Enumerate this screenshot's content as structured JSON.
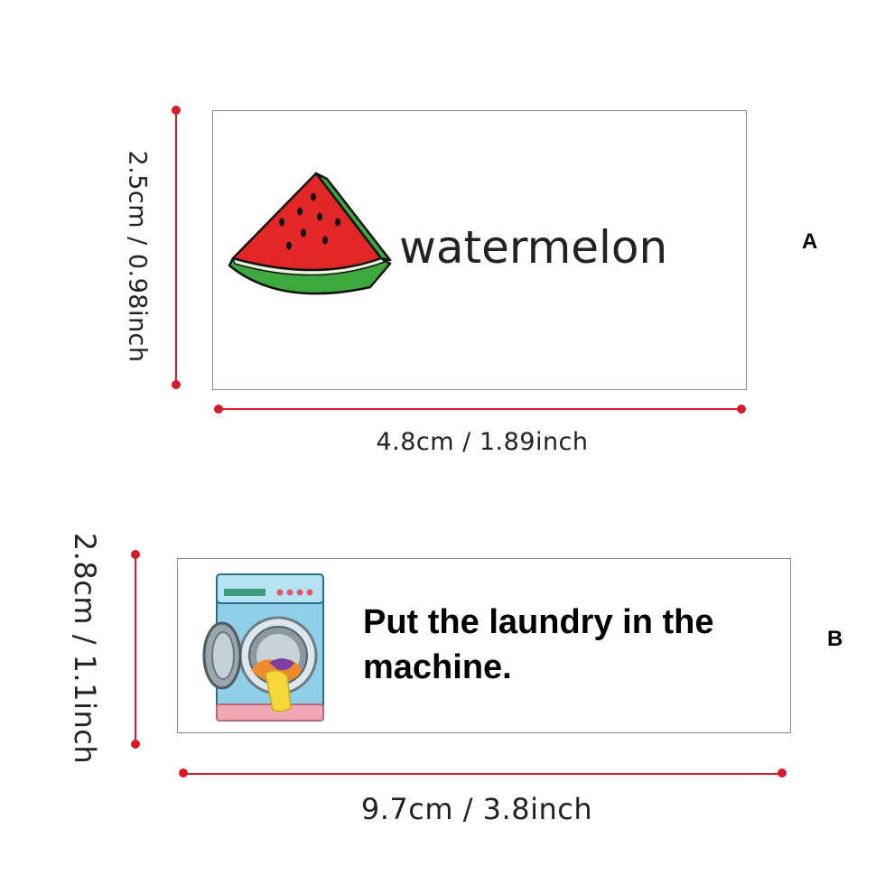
{
  "card_a": {
    "word": "watermelon",
    "label": "A",
    "height_dimension": "2.5cm / 0.98inch",
    "width_dimension": "4.8cm / 1.89inch"
  },
  "card_b": {
    "sentence": "Put the laundry in the machine.",
    "label": "B",
    "height_dimension": "2.8cm / 1.1inch",
    "width_dimension": "9.7cm / 3.8inch"
  },
  "icons": {
    "card_a_icon": "watermelon-slice-icon",
    "card_b_icon": "washing-machine-icon"
  },
  "colors": {
    "dimension_line": "#d7192b",
    "watermelon_red": "#e32626",
    "watermelon_green": "#3da83d",
    "machine_blue": "#8fd0e8"
  }
}
